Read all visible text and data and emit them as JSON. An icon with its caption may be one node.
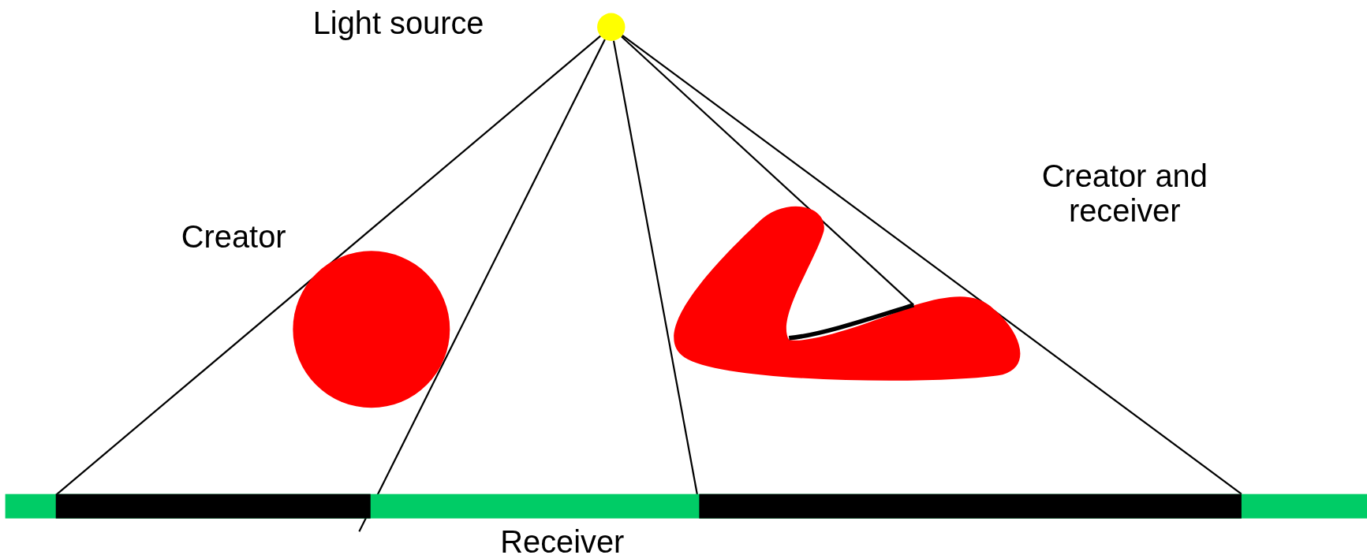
{
  "diagram": {
    "nodes": [
      {
        "text": [],
        "shape": "circle",
        "beside": [
          "Light source"
        ]
      },
      {
        "text": [],
        "shape": "circle",
        "beside": [
          "Creator"
        ]
      },
      {
        "text": [],
        "shape": "picture",
        "beside": [
          "Creator and receiver"
        ]
      },
      {
        "text": [],
        "shape": "bar",
        "beside": [
          "Receiver"
        ]
      }
    ],
    "edges": [
      {
        "from": 0,
        "to": 3,
        "arrow": "none"
      },
      {
        "from": 0,
        "to": 3,
        "arrow": "none"
      },
      {
        "from": 0,
        "to": 3,
        "arrow": "none"
      },
      {
        "from": 0,
        "to": 2,
        "arrow": "none"
      },
      {
        "from": 0,
        "to": 3,
        "arrow": "none"
      }
    ]
  }
}
